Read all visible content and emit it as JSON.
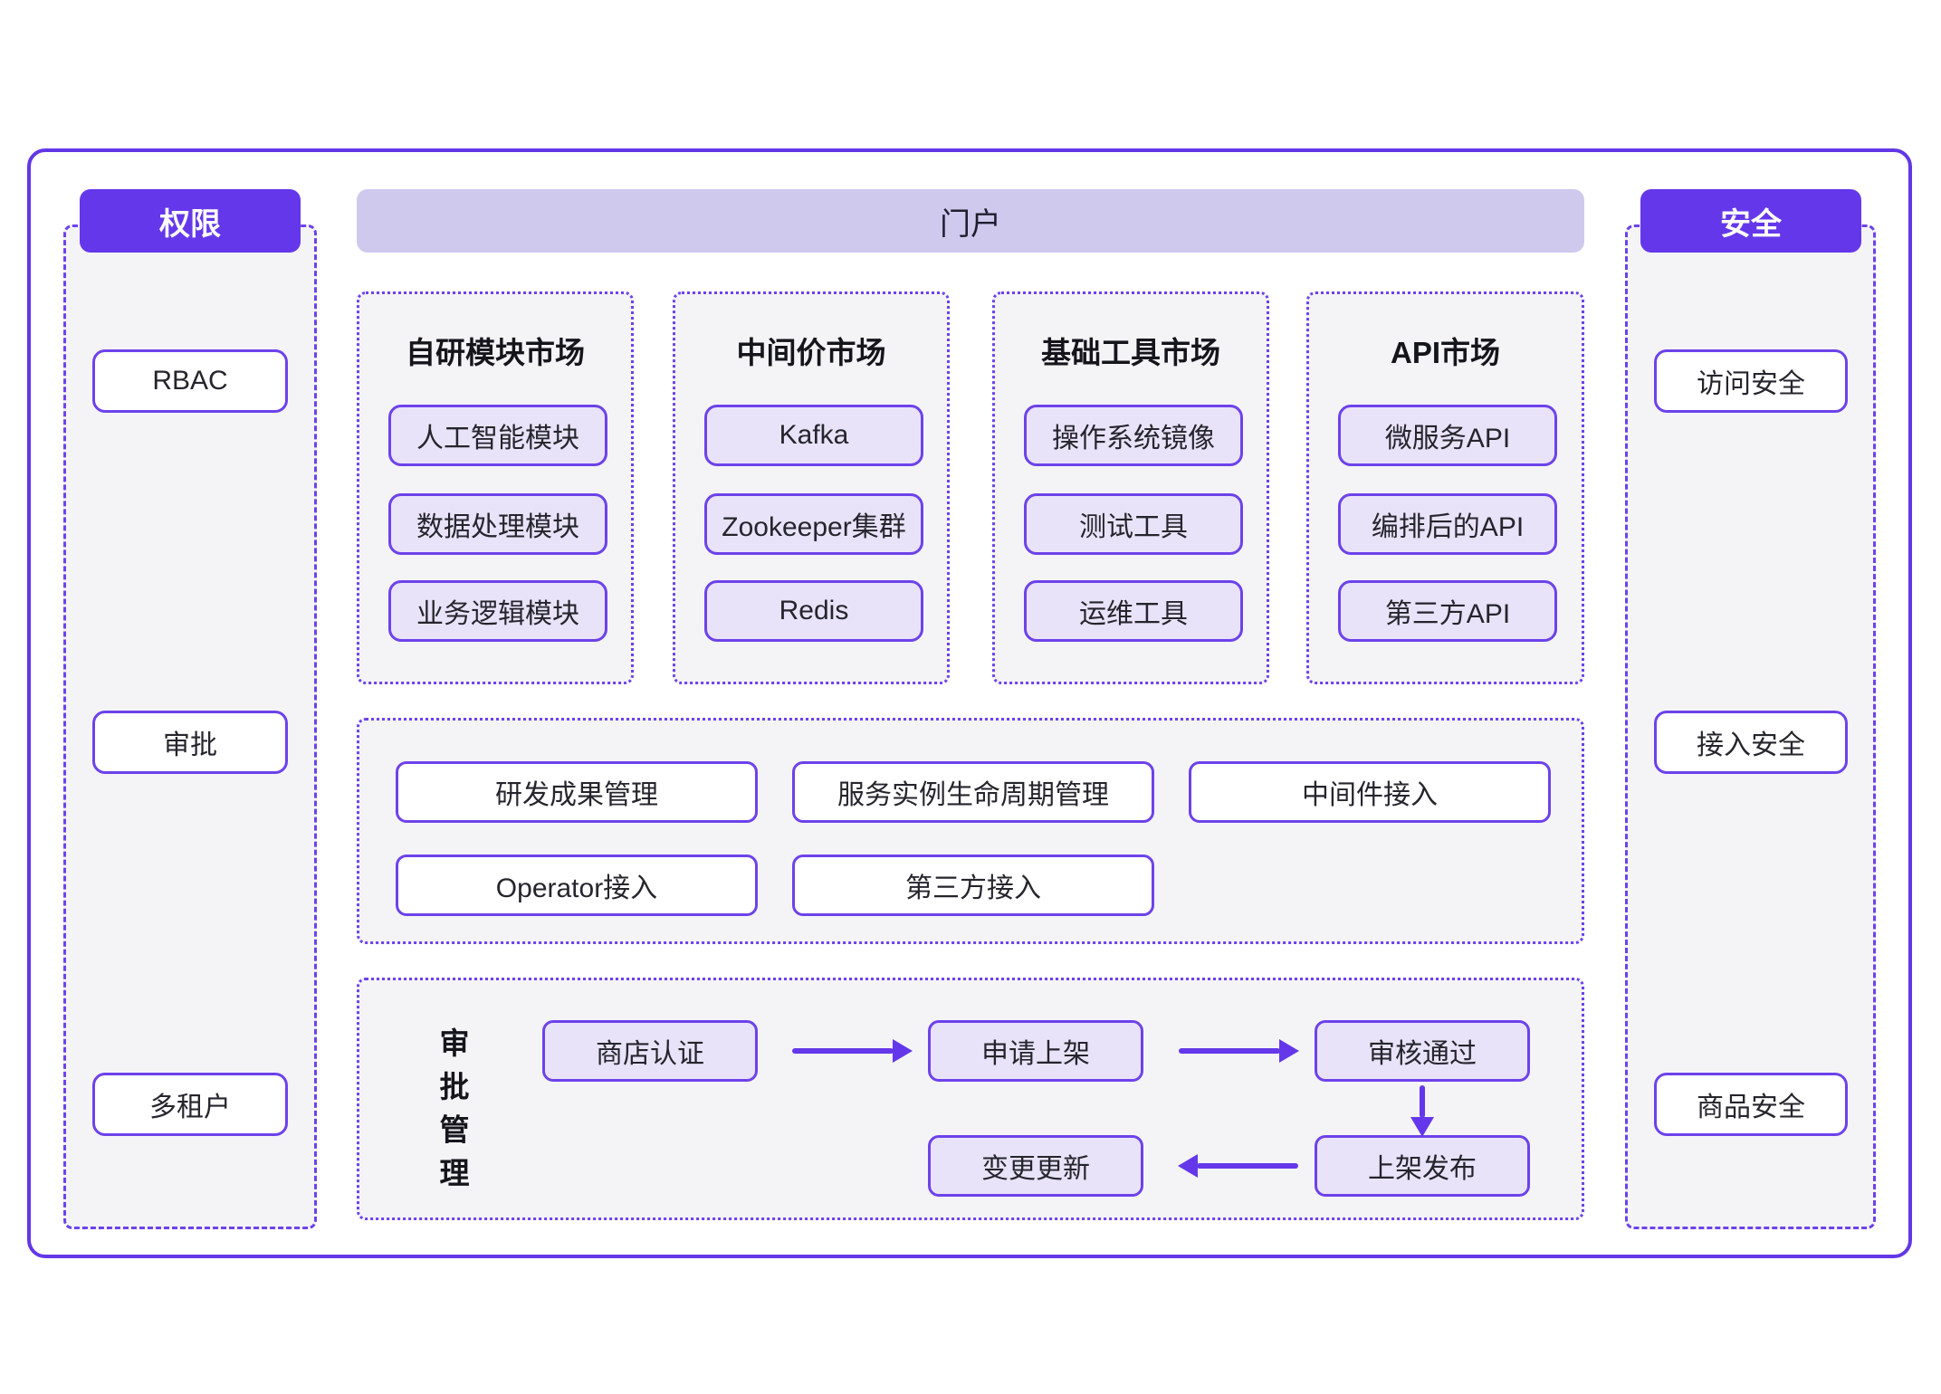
{
  "diagram": {
    "left_panel": {
      "header": "权限",
      "items": [
        "RBAC",
        "审批",
        "多租户"
      ]
    },
    "portal_header": "门户",
    "markets": [
      {
        "title": "自研模块市场",
        "items": [
          "人工智能模块",
          "数据处理模块",
          "业务逻辑模块"
        ]
      },
      {
        "title": "中间价市场",
        "items": [
          "Kafka",
          "Zookeeper集群",
          "Redis"
        ]
      },
      {
        "title": "基础工具市场",
        "items": [
          "操作系统镜像",
          "测试工具",
          "运维工具"
        ]
      },
      {
        "title": "API市场",
        "items": [
          "微服务API",
          "编排后的API",
          "第三方API"
        ]
      }
    ],
    "management": {
      "row1": [
        "研发成果管理",
        "服务实例生命周期管理",
        "中间件接入"
      ],
      "row2": [
        "Operator接入",
        "第三方接入"
      ]
    },
    "approval": {
      "label": "审批管理",
      "steps": [
        "商店认证",
        "申请上架",
        "审核通过",
        "上架发布",
        "变更更新"
      ]
    },
    "right_panel": {
      "header": "安全",
      "items": [
        "访问安全",
        "接入安全",
        "商品安全"
      ]
    },
    "colors": {
      "accent": "#6438ea",
      "portal_header_bg": "#cfc9ee",
      "item_fill": "#e9e3f9",
      "panel_fill": "#f4f4f7"
    }
  }
}
